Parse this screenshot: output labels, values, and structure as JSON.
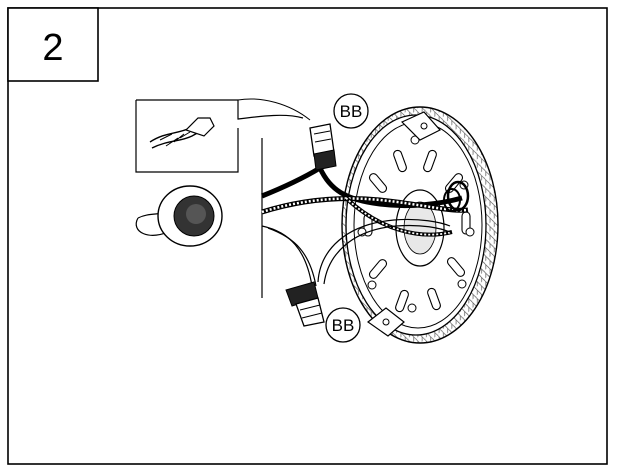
{
  "step": {
    "number": "2"
  },
  "callouts": [
    {
      "id": "bb-top",
      "label": "BB"
    },
    {
      "id": "bb-bottom",
      "label": "BB"
    }
  ],
  "colors": {
    "line": "#000000",
    "paper": "#ffffff",
    "tape": "#3a3a3a",
    "hatch": "#555555"
  }
}
